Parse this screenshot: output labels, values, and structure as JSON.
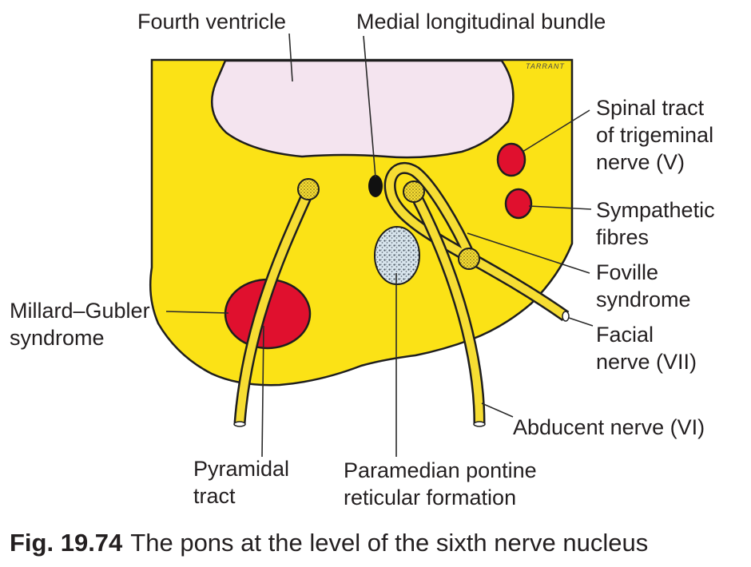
{
  "colors": {
    "pons": "#fbe216",
    "ventricle": "#f4e4ef",
    "lesion": "#e0102e",
    "nerve": "#f6dd33",
    "outline": "#1e1e1e",
    "text": "#231f20"
  },
  "icons": {
    "signature": "artist-signature-icon",
    "ppr_stipple": "stippled-oval-icon",
    "nucleus": "dotted-circle-nucleus-icon"
  },
  "labels": {
    "fourth_ventricle": "Fourth ventricle",
    "medial_longitudinal_bundle": "Medial longitudinal bundle",
    "spinal_tract": [
      "Spinal tract",
      "of trigeminal",
      "nerve (V)"
    ],
    "sympathetic": [
      "Sympathetic",
      "fibres"
    ],
    "foville": [
      "Foville",
      "syndrome"
    ],
    "facial": [
      "Facial",
      "nerve (VII)"
    ],
    "abducent": "Abducent nerve (VI)",
    "paramedian": [
      "Paramedian pontine",
      "reticular formation"
    ],
    "pyramidal": [
      "Pyramidal",
      "tract"
    ],
    "millard_gubler": [
      "Millard–Gubler",
      "syndrome"
    ]
  },
  "signature": "TARRANT",
  "caption": {
    "figure_number": "Fig. 19.74",
    "text": "The pons at the level of the sixth nerve nucleus"
  }
}
